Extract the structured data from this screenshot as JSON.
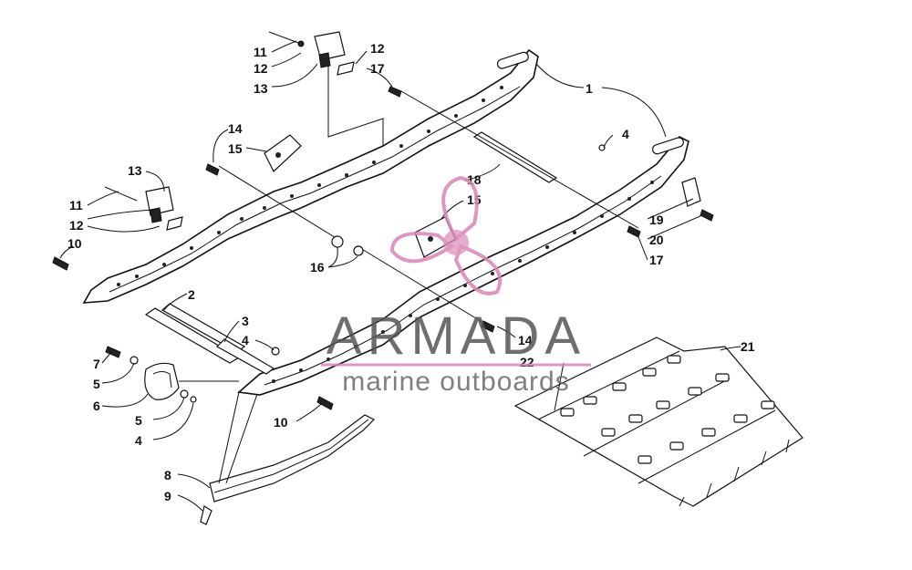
{
  "watermark": {
    "title": "ARMADA",
    "subtitle": "marine outboards",
    "accent_color": "#d986b6",
    "text_color": "#555555"
  },
  "callouts": {
    "c11a": "11",
    "c12a": "12",
    "c13a": "13",
    "c12b": "12",
    "c17a": "17",
    "c1": "1",
    "c14a": "14",
    "c15a": "15",
    "c4a": "4",
    "c13b": "13",
    "c11b": "11",
    "c12c": "12",
    "c10a": "10",
    "c18": "18",
    "c15b": "15",
    "c19": "19",
    "c20": "20",
    "c17b": "17",
    "c16": "16",
    "c2": "2",
    "c3": "3",
    "c4b": "4",
    "c14b": "14",
    "c22": "22",
    "c21": "21",
    "c7": "7",
    "c5a": "5",
    "c6": "6",
    "c5b": "5",
    "c4c": "4",
    "c10b": "10",
    "c8": "8",
    "c9": "9"
  }
}
